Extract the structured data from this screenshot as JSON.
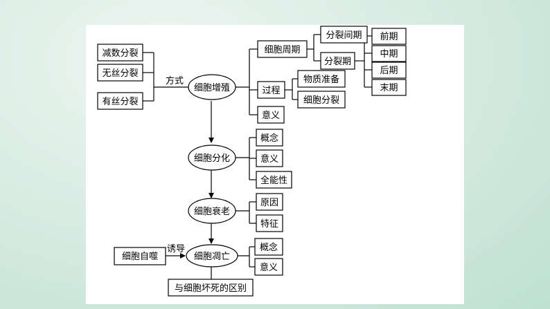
{
  "left_methods": [
    "减数分裂",
    "无丝分裂",
    "有丝分裂"
  ],
  "method_edge_label": "方式",
  "nodes": {
    "proliferation": "细胞增殖",
    "differentiation": "细胞分化",
    "senescence": "细胞衰老",
    "apoptosis": "细胞凋亡",
    "autophagy": "细胞自噬",
    "induce_label": "诱导",
    "necrosis_diff": "与细胞坏死的区别"
  },
  "proliferation_branches": {
    "cycle": "细胞周期",
    "interphase": "分裂间期",
    "m_phase": "分裂期",
    "phases": [
      "前期",
      "中期",
      "后期",
      "末期"
    ],
    "process": "过程",
    "process_items": [
      "物质准备",
      "细胞分裂"
    ],
    "meaning": "意义"
  },
  "differentiation_branches": [
    "概念",
    "意义",
    "全能性"
  ],
  "senescence_branches": [
    "原因",
    "特征"
  ],
  "apoptosis_branches": [
    "概念",
    "意义"
  ]
}
